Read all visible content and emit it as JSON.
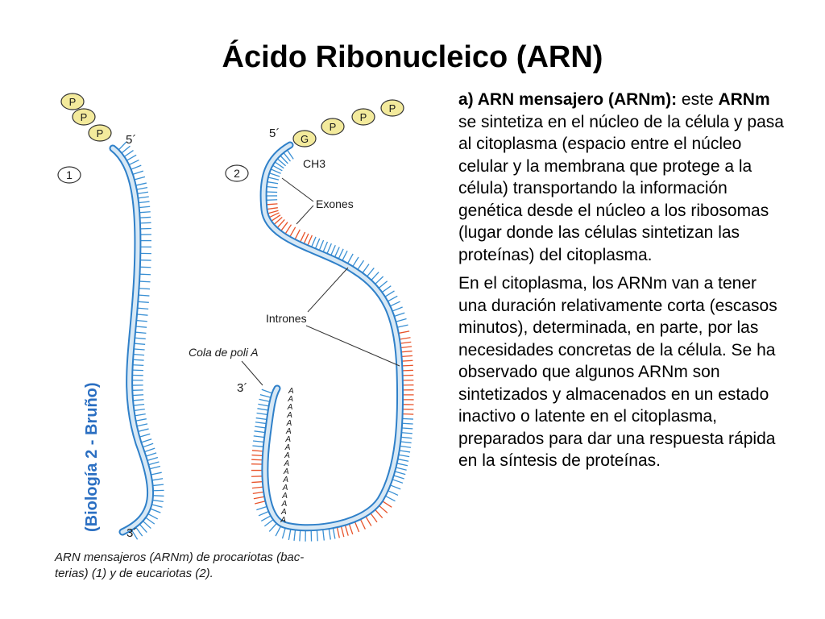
{
  "title": "Ácido Ribonucleico (ARN)",
  "figure": {
    "phosphate_label": "P",
    "guanine_label": "G",
    "methyl_label": "CH3",
    "prime5": "5´",
    "prime3": "3´",
    "poly_a_base": "A",
    "number_1": "1",
    "number_2": "2",
    "exons_label": "Exones",
    "introns_label": "Intrones",
    "polya_tail_label": "Cola de poli A",
    "caption_line1": "ARN mensajeros (ARNm) de procariotas (bac-",
    "caption_line2": "terias) (1) y de eucariotas (2).",
    "credit": "(Biología 2 - Bruño)",
    "colors": {
      "strand_blue": "#3a90d4",
      "strand_pale": "#d7e8f5",
      "exon_red": "#e8532a",
      "phosphate_fill": "#f3ea9c",
      "credit_blue": "#2b6fc2"
    }
  },
  "text": {
    "p1_lead": "a) ARN mensajero (ARNm):",
    "p1_a": " este ",
    "p1_bold": "ARNm",
    "p1_b": " se sintetiza en el núcleo de la célula y pasa al citoplasma (espacio entre el núcleo celular y la membrana que protege a la célula) transportando la información genética desde el núcleo a los ribosomas (lugar donde las células sintetizan las proteínas) del citoplasma.",
    "p2": "En el citoplasma, los ARNm van a tener una duración relativamente corta (escasos minutos), determinada, en parte, por las necesidades concretas de la célula. Se ha observado que algunos ARNm son sintetizados y almacenados en un estado inactivo o latente en el citoplasma, preparados para dar una respuesta rápida en la síntesis de proteínas."
  }
}
